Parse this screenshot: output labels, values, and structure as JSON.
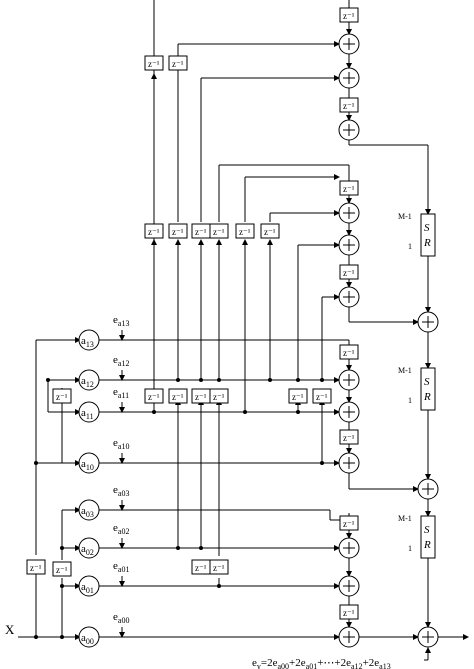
{
  "labels": {
    "input": "X",
    "delay": "z⁻¹",
    "sr": "S R",
    "sr_top": "M-1",
    "sr_bottom": "1",
    "equation": "e",
    "equation_sub": "y",
    "equation_rest": "=2e",
    "equation_tail": "+2e",
    "equation_dots": "+⋯+2e",
    "equation_tail2": "+2e"
  },
  "coefficients": [
    {
      "id": "a13",
      "name": "a",
      "sub": "13",
      "err": "e",
      "err_sub": "a13"
    },
    {
      "id": "a12",
      "name": "a",
      "sub": "12",
      "err": "e",
      "err_sub": "a12"
    },
    {
      "id": "a11",
      "name": "a",
      "sub": "11",
      "err": "e",
      "err_sub": "a11"
    },
    {
      "id": "a10",
      "name": "a",
      "sub": "10",
      "err": "e",
      "err_sub": "a10"
    },
    {
      "id": "a03",
      "name": "a",
      "sub": "03",
      "err": "e",
      "err_sub": "a03"
    },
    {
      "id": "a02",
      "name": "a",
      "sub": "02",
      "err": "e",
      "err_sub": "a02"
    },
    {
      "id": "a01",
      "name": "a",
      "sub": "01",
      "err": "e",
      "err_sub": "a01"
    },
    {
      "id": "a00",
      "name": "a",
      "sub": "00",
      "err": "e",
      "err_sub": "a00"
    }
  ],
  "equation": {
    "lhs": "e",
    "lhs_sub": "y",
    "terms": [
      {
        "pre": "=2e",
        "sub": "a00"
      },
      {
        "pre": "+2e",
        "sub": "a01"
      },
      {
        "pre": "+⋯+2e",
        "sub": "a12"
      },
      {
        "pre": "+2e",
        "sub": "a13"
      }
    ]
  }
}
